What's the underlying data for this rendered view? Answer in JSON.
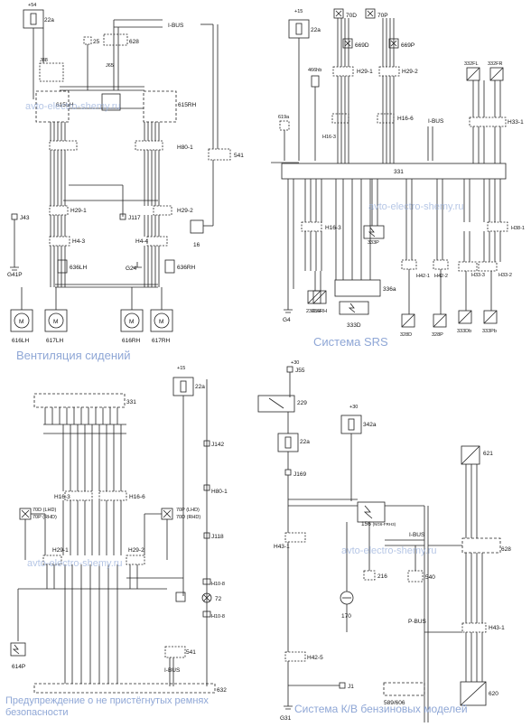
{
  "captions": {
    "seat_ventilation": "Вентиляция сидений",
    "srs": "Система SRS",
    "seatbelt_warning": "Предупреждение о не пристёгнутых ремнях безопасности",
    "ac_petrol": "Система К/В бензиновых моделей"
  },
  "watermark": "avto-electro-shemy.ru",
  "q1": {
    "fuse": "22a",
    "fuse_top": "+54",
    "conn_top_left": "J88",
    "conn_top_right": "J65",
    "fuse25": "25",
    "conn628": "628",
    "ibus": "I-BUS",
    "mod_left": "615LH",
    "mod_right": "615RH",
    "h80": "H80-1",
    "h29_1": "H29-1",
    "h29_2": "H29-2",
    "j43": "J43",
    "j117": "J117",
    "h4_3": "H4-3",
    "h4_4": "H4-4",
    "g41p": "G41P",
    "g24": "G24",
    "heat_left": "636LH",
    "heat_right": "636RH",
    "c541": "541",
    "c16": "16",
    "motors": [
      "616LH",
      "617LH",
      "616RH",
      "617RH"
    ]
  },
  "q2": {
    "fuse_top": "+15",
    "fuse": "22a",
    "box70d": "70D",
    "box70p": "70P",
    "box669d": "669D",
    "box669p": "669P",
    "h29_1": "H29-1",
    "h29_2": "H29-2",
    "c466": "466hb",
    "c619": "619a",
    "h16_3": "H16-3",
    "h16_6": "H16-6",
    "ibus": "I-BUS",
    "c332fl": "332FL",
    "c332fr": "332FR",
    "h33_1": "H33-1",
    "module": "331",
    "h16_3b": "H16-3",
    "h38_1": "H38-1",
    "c333p": "333P",
    "h42_1": "H42-1",
    "h42_2": "H42-2",
    "h33_2": "H33-2",
    "h33_3": "H33-3",
    "c336a": "336a",
    "c333d": "333D",
    "bottom": [
      "236LH",
      "236RH",
      "328D",
      "328P",
      "333Db",
      "333Pb"
    ],
    "g4": "G4"
  },
  "q3": {
    "module": "331",
    "fuse_top": "+15",
    "fuse": "22a",
    "h16_3": "H16-3",
    "h16_6": "H16-6",
    "box70d": "70D",
    "box70d_sub": "(LHD)",
    "box70p": "70P",
    "box70p_sub": "(RHD)",
    "box70p_r": "70P",
    "box70p_r_sub": "(LHD)",
    "box70d_r": "70D",
    "box70d_r_sub": "(RHD)",
    "h29_1": "H29-1",
    "h29_2": "H29-2",
    "j142": "J142",
    "h80": "H80-1",
    "j118": "J118",
    "h10a": "H10-8",
    "lamp": "72",
    "h10b": "H10-8",
    "c541": "541",
    "ibus": "I-BUS",
    "c614p": "614P",
    "c632": "632"
  },
  "q4": {
    "fuse_top": "+30",
    "j55": "J55",
    "c229": "229",
    "fuse": "22a",
    "fuse2_top": "+30",
    "c342": "342a",
    "j169": "J169",
    "c156": "156",
    "c156_sub": "(NG6-FRH3)",
    "ibus": "I-BUS",
    "h43_1": "H43-1",
    "c216": "216",
    "c540": "540",
    "c170": "170",
    "h42_5": "H42-5",
    "pbus": "P-BUS",
    "j1": "J1",
    "g31": "G31",
    "c589": "589/606",
    "c621": "621",
    "c628": "628",
    "h43_1r": "H43-1",
    "c620": "620"
  }
}
